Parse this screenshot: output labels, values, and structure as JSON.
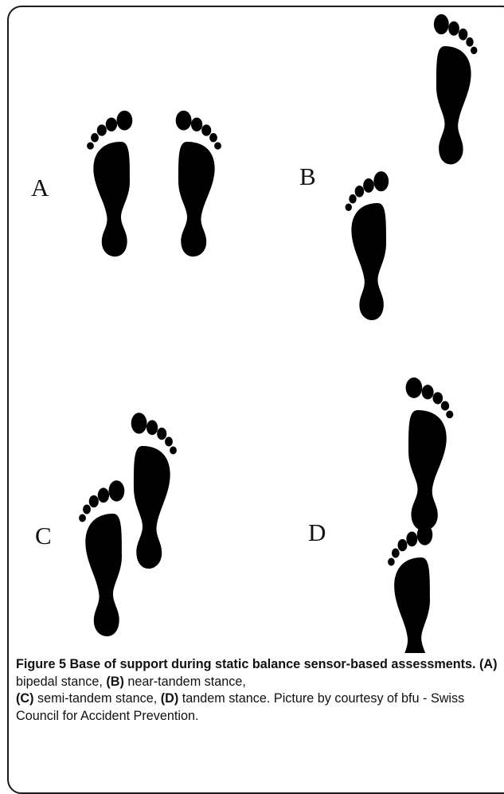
{
  "figure": {
    "panels": [
      {
        "letter": "A",
        "stance": "bipedal stance"
      },
      {
        "letter": "B",
        "stance": "near-tandem stance"
      },
      {
        "letter": "C",
        "stance": "semi-tandem stance"
      },
      {
        "letter": "D",
        "stance": "tandem stance"
      }
    ],
    "icon": "footprint-icon",
    "foot_color": "#000000"
  },
  "caption": {
    "label": "Figure 5",
    "title": "Base of support during static balance sensor-based assessments.",
    "items": [
      {
        "marker": "(A)",
        "text": "bipedal stance,"
      },
      {
        "marker": "(B)",
        "text": "near-tandem stance,"
      },
      {
        "marker": "(C)",
        "text": "semi-tandem stance,"
      },
      {
        "marker": "(D)",
        "text": "tandem stance."
      }
    ],
    "credit": "Picture by courtesy of bfu - Swiss Council for Accident Prevention."
  }
}
